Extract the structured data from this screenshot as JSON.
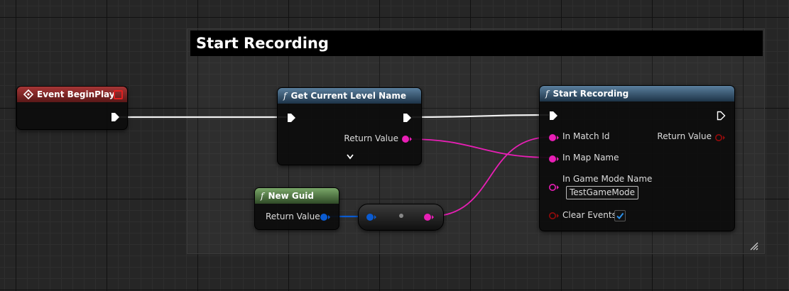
{
  "comment": {
    "title": "Start Recording"
  },
  "nodes": {
    "event_begin_play": {
      "title": "Event BeginPlay"
    },
    "get_current_level_name": {
      "title": "Get Current Level Name",
      "return_value": "Return Value"
    },
    "new_guid": {
      "title": "New Guid",
      "return_value": "Return Value"
    },
    "start_recording": {
      "title": "Start Recording",
      "in_match_id": "In Match Id",
      "in_map_name": "In Map Name",
      "in_game_mode_name": "In Game Mode Name",
      "in_game_mode_value": "TestGameMode",
      "clear_events": "Clear Events",
      "clear_events_checked": true,
      "return_value": "Return Value"
    }
  },
  "colors": {
    "exec": "#ffffff",
    "string_pin": "#e81fb5",
    "struct_pin": "#0a5bd1",
    "bool_pin": "#950b0b"
  },
  "icons": [
    "event-icon",
    "function-icon",
    "exec-pin-icon",
    "expand-arrow-icon",
    "checkmark-icon",
    "resize-grip-icon"
  ]
}
